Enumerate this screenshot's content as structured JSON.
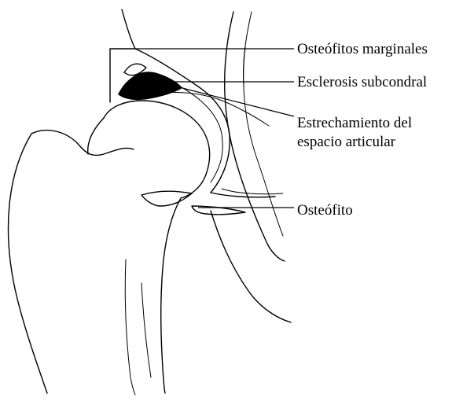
{
  "figure": {
    "labels": {
      "marginal_osteophytes": "Osteófitos marginales",
      "subchondral_sclerosis": "Esclerosis subcondral",
      "joint_space_narrowing_line1": "Estrechamiento del",
      "joint_space_narrowing_line2": "espacio articular",
      "osteophyte": "Osteófito"
    }
  }
}
